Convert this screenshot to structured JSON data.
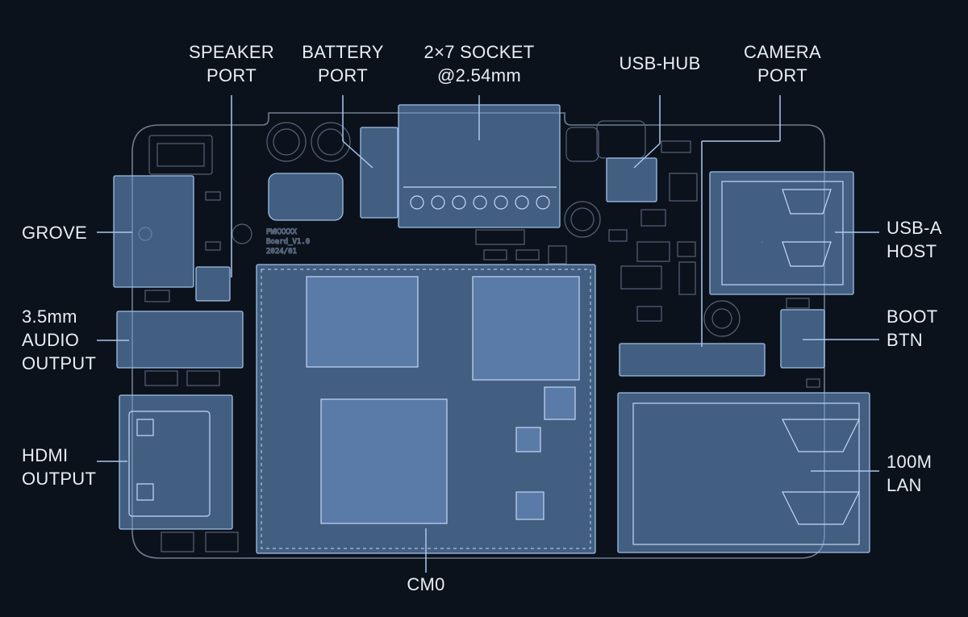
{
  "labels": {
    "speaker_port": "SPEAKER\nPORT",
    "battery_port": "BATTERY\nPORT",
    "socket": "2×7 SOCKET\n@2.54mm",
    "usb_hub": "USB-HUB",
    "camera_port": "CAMERA\nPORT",
    "grove": "GROVE",
    "audio_output": "3.5mm\nAUDIO\nOUTPUT",
    "hdmi_output": "HDMI\nOUTPUT",
    "usb_a_host": "USB-A\nHOST",
    "boot_btn": "BOOT\nBTN",
    "lan": "100M\nLAN",
    "cm0": "CM0"
  },
  "colors": {
    "background": "#0c121b",
    "board_outline": "#6f7d8f",
    "highlight_fill": "#709cd6",
    "leader_line": "#a9c6ee",
    "label_text": "#e9edf3"
  }
}
